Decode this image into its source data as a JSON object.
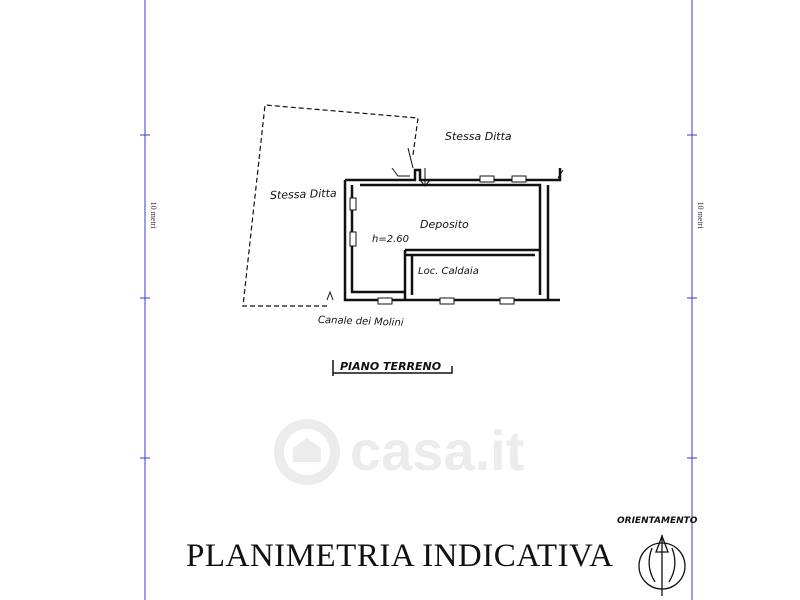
{
  "labels": {
    "stessa_ditta_top": "Stessa Ditta",
    "stessa_ditta_left": "Stessa Ditta",
    "deposito": "Deposito",
    "height": "h=2.60",
    "loc_caldaia": "Loc. Caldaia",
    "canale": "Canale   dei   Molini",
    "piano": "PIANO  TERRENO"
  },
  "scale": {
    "left": "10 metri",
    "right": "10 metri"
  },
  "watermark": "casa.it",
  "title": "PLANIMETRIA INDICATIVA",
  "orientation_label": "ORIENTAMENTO",
  "colors": {
    "frame_line": "#3a3ad0",
    "ink": "#111111",
    "watermark": "#ececec"
  }
}
